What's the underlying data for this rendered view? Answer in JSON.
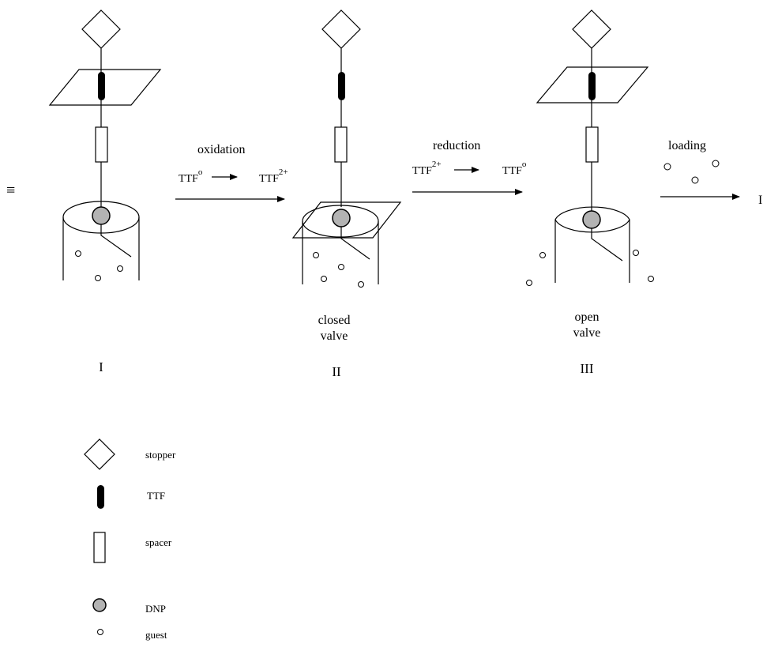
{
  "equiv_symbol": "≡",
  "trailing_glyph": "I",
  "step1": {
    "label": "oxidation",
    "from": "TTF",
    "from_sup": "o",
    "to": "TTF",
    "to_sup": "2+"
  },
  "step2": {
    "label": "reduction",
    "from": "TTF",
    "from_sup": "2+",
    "to": "TTF",
    "to_sup": "o"
  },
  "step3": {
    "label": "loading"
  },
  "state_II_caption": [
    "closed",
    "valve"
  ],
  "state_III_caption": [
    "open",
    "valve"
  ],
  "roman": {
    "I": "I",
    "II": "II",
    "III": "III"
  },
  "legend": [
    {
      "icon": "diamond-icon",
      "label": "stopper"
    },
    {
      "icon": "ttf-pill-icon",
      "label": "TTF"
    },
    {
      "icon": "spacer-rect-icon",
      "label": "spacer"
    },
    {
      "icon": "dnp-circle-icon",
      "label": "DNP"
    },
    {
      "icon": "guest-circle-icon",
      "label": "guest"
    }
  ],
  "colors": {
    "dnp_fill": "#b3b3b3",
    "line": "#000000"
  }
}
